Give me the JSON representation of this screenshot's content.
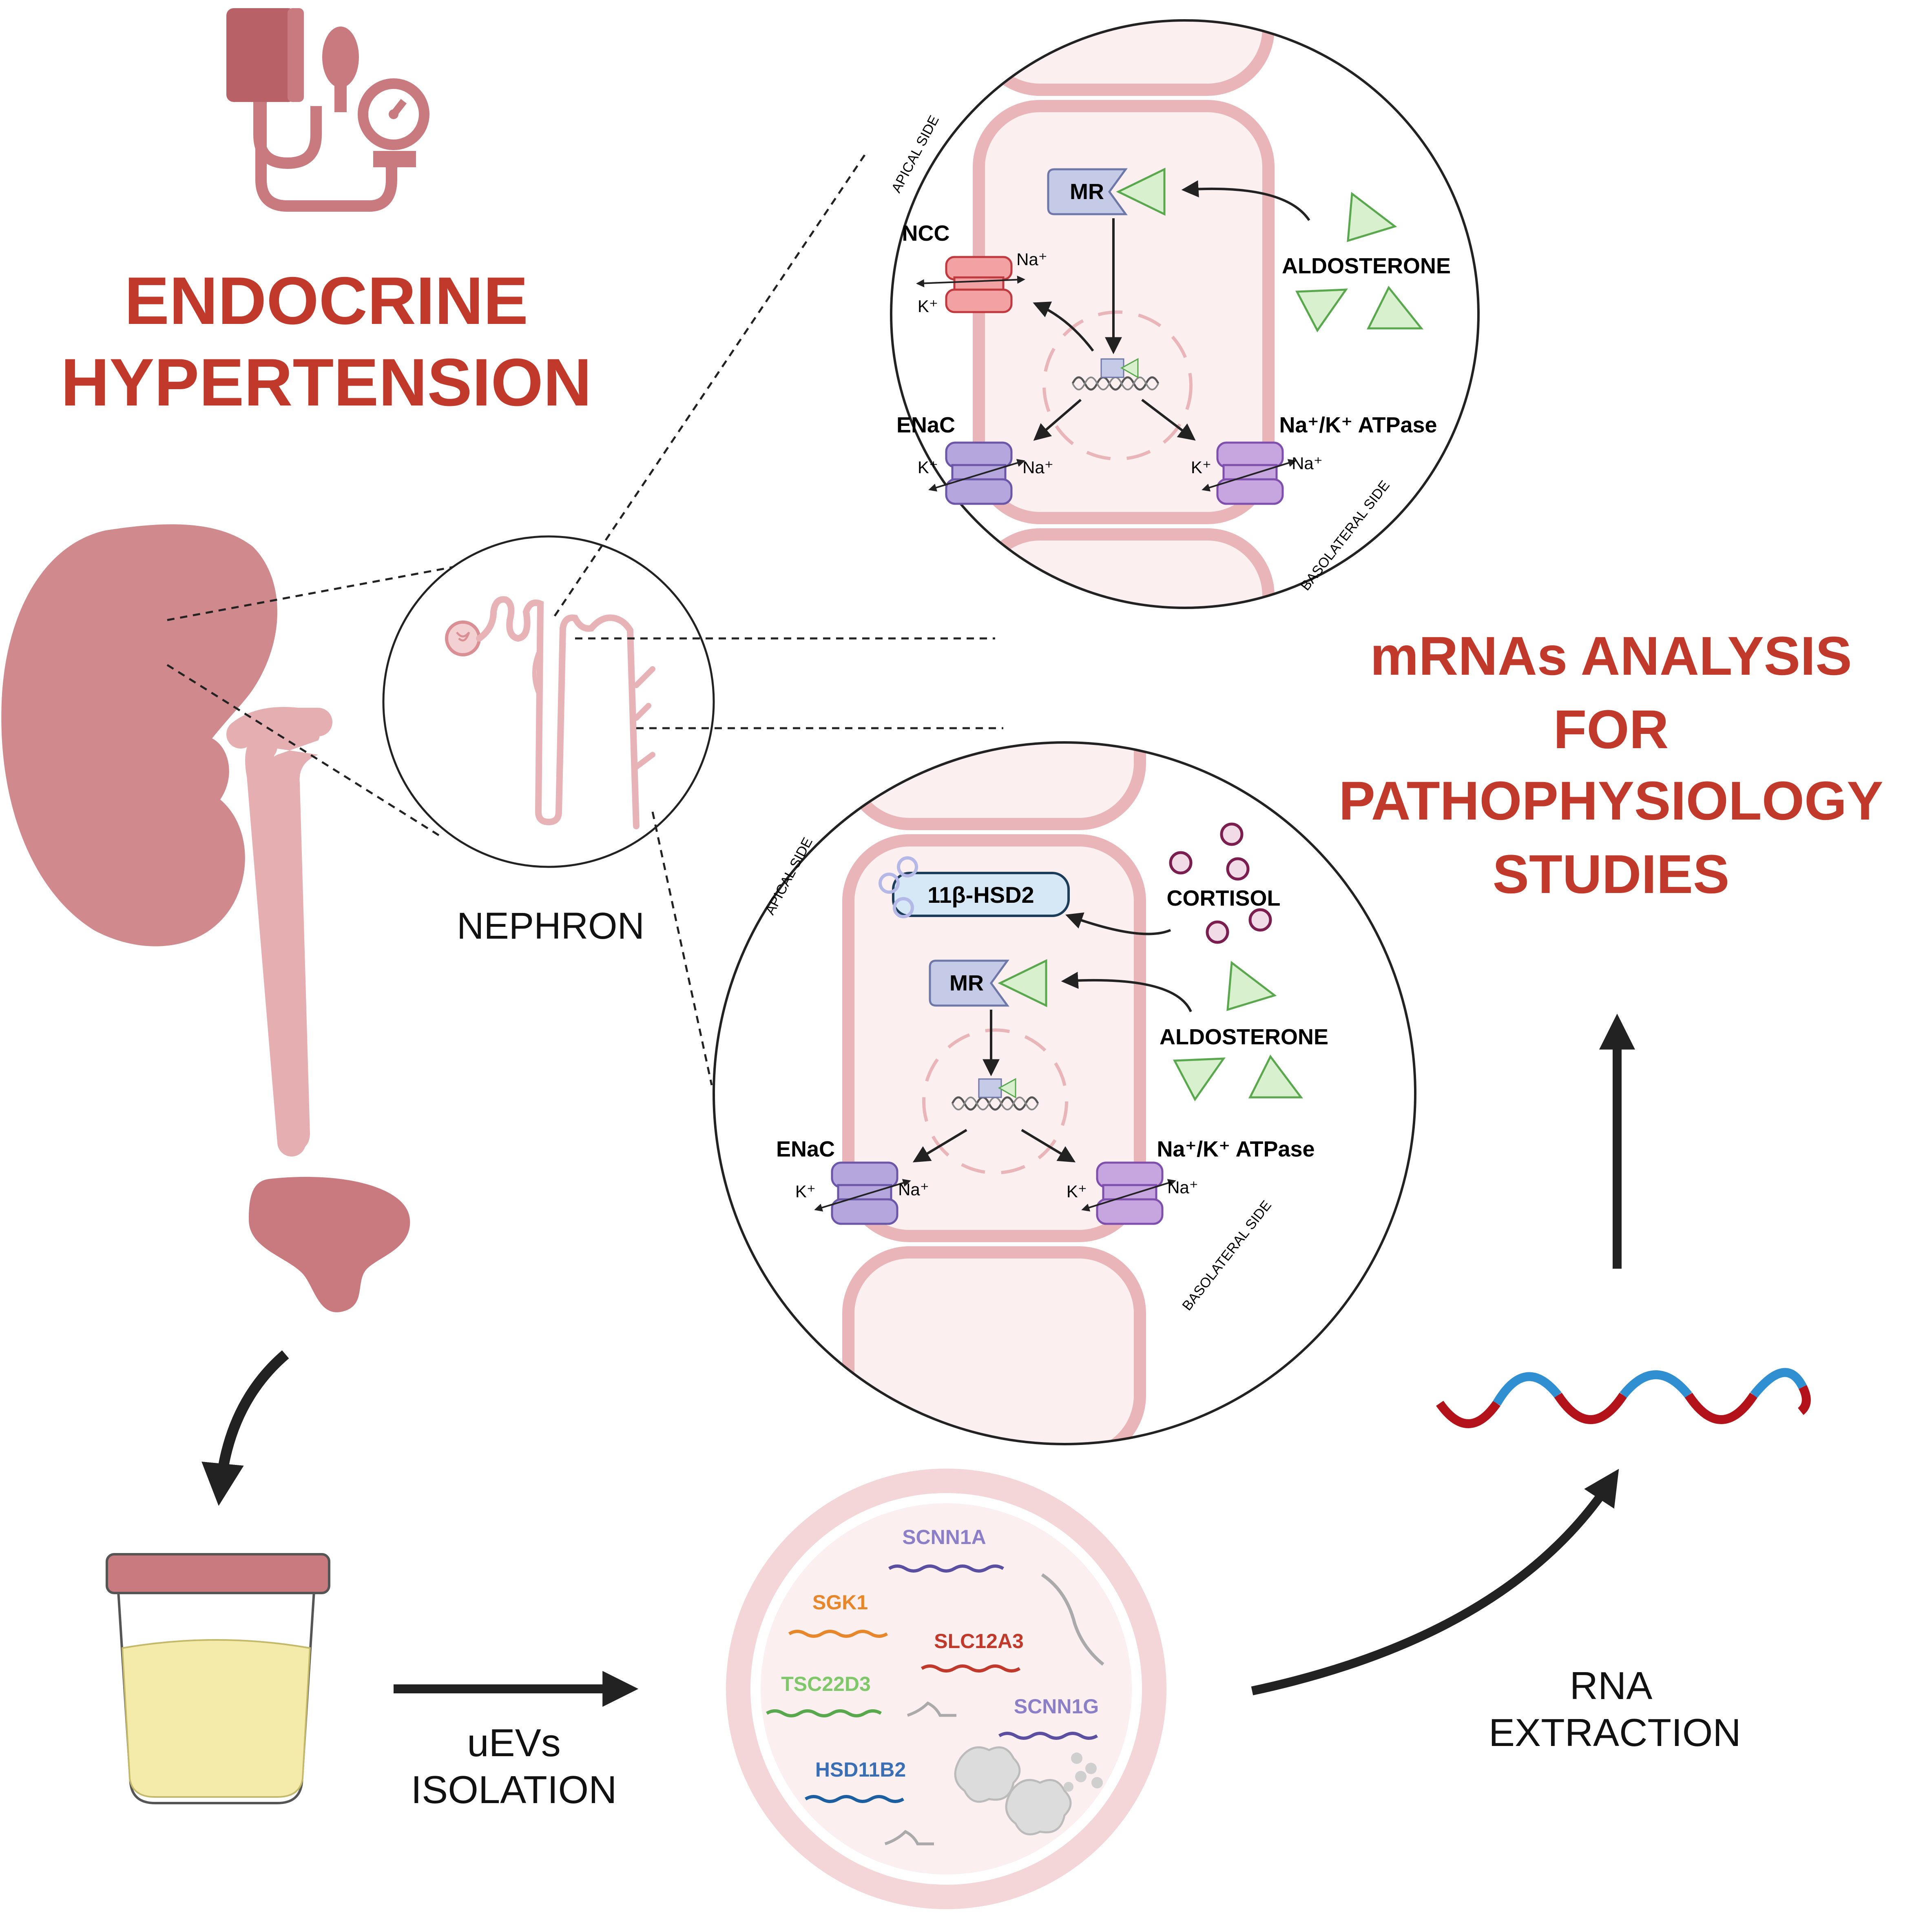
{
  "title": {
    "line1": "ENDOCRINE",
    "line2": "HYPERTENSION"
  },
  "labels": {
    "nephron": "NEPHRON",
    "uevs_line1": "uEVs",
    "uevs_line2": "ISOLATION",
    "rna_line1": "RNA",
    "rna_line2": "EXTRACTION"
  },
  "analysis": {
    "line1": "mRNAs ANALYSIS",
    "line2": "FOR",
    "line3": "PATHOPHYSIOLOGY",
    "line4": "STUDIES"
  },
  "cell_top": {
    "apical": "APICAL SIDE",
    "basolateral": "BASOLATERAL SIDE",
    "mr": "MR",
    "ncc": "NCC",
    "enac": "ENaC",
    "atpase": "Na⁺/K⁺ ATPase",
    "aldosterone": "ALDOSTERONE",
    "na": "Na⁺",
    "k": "K⁺"
  },
  "cell_bottom": {
    "apical": "APICAL SIDE",
    "basolateral": "BASOLATERAL SIDE",
    "mr": "MR",
    "hsd": "11β-HSD2",
    "cortisol": "CORTISOL",
    "aldosterone": "ALDOSTERONE",
    "enac": "ENaC",
    "atpase": "Na⁺/K⁺ ATPase",
    "na": "Na⁺",
    "k": "K⁺"
  },
  "genes": [
    {
      "name": "SCNN1A",
      "color": "#8b7fc8"
    },
    {
      "name": "SGK1",
      "color": "#e8862a"
    },
    {
      "name": "SLC12A3",
      "color": "#c0392b"
    },
    {
      "name": "TSC22D3",
      "color": "#7ec86a"
    },
    {
      "name": "SCNN1G",
      "color": "#8b7fc8"
    },
    {
      "name": "HSD11B2",
      "color": "#3a6fb5"
    }
  ],
  "colors": {
    "accent": "#c0392b",
    "organ": "#d08a8d",
    "cell_fill": "#fcefef",
    "membrane": "#e9b5b8",
    "mr_fill": "#c5cbe6",
    "aldosterone_fill": "#d9f0cf",
    "enac_fill": "#b6a6de",
    "ncc_fill": "#f2a2a2",
    "urine_fill": "#f4eaaa",
    "rna_blue": "#2f8fd0",
    "rna_red": "#b3121b"
  }
}
